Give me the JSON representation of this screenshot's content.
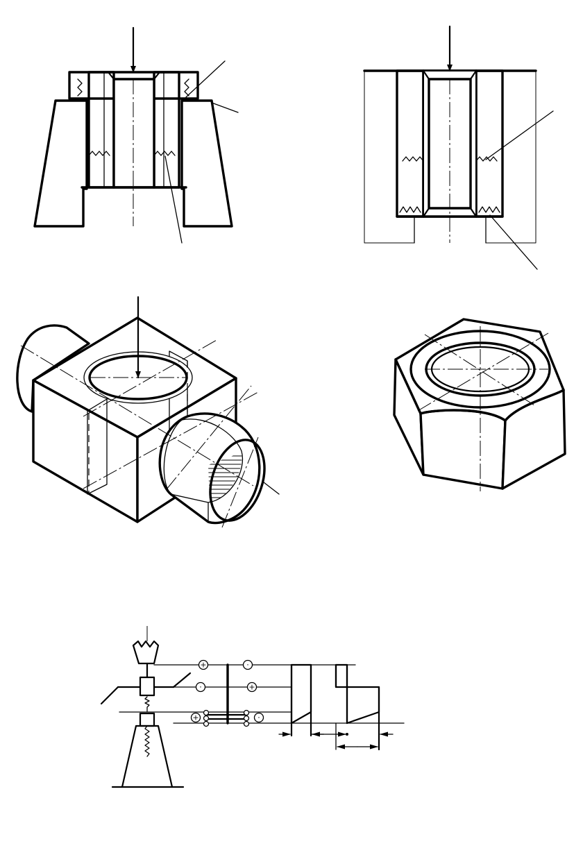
{
  "figure": {
    "panels": [
      "threaded-bushing-in-tapered-part",
      "threaded-bushing-in-housing",
      "cube-with-cross-bore",
      "hex-nut",
      "stress-wave-schematic"
    ],
    "symbols": {
      "plus": "+",
      "minus": "·"
    },
    "colors": {
      "ink": "#000000",
      "paper": "#ffffff"
    }
  }
}
